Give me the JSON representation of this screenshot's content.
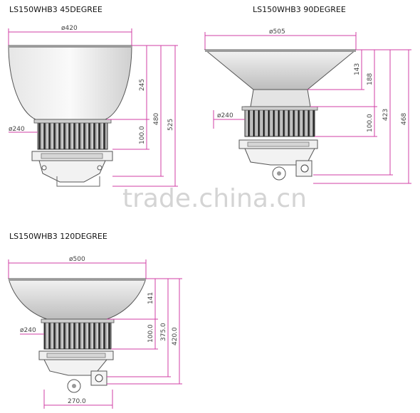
{
  "titles": {
    "d45": "LS150WHB3 45DEGREE",
    "d90": "LS150WHB3  90DEGREE",
    "d120": "LS150WHB3 120DEGREE"
  },
  "d45": {
    "top_dia": "ø420",
    "heat_dia": "ø240",
    "v_refl": "245",
    "v_heat": "100.0",
    "v_total": "480",
    "v_outer": "525"
  },
  "d90": {
    "top_dia": "ø505",
    "heat_dia": "ø240",
    "v_refl": "143",
    "v_refl2": "188",
    "v_heat": "100.0",
    "v_total": "423",
    "v_outer": "468"
  },
  "d120": {
    "top_dia": "ø500",
    "heat_dia": "ø240",
    "v_refl": "141",
    "v_heat": "100.0",
    "v_total": "375.0",
    "v_outer": "420.0",
    "bottom_w": "270.0"
  },
  "watermark": "trade.china.cn",
  "colors": {
    "dimension_line": "#d23fa6",
    "outline": "#555555"
  }
}
